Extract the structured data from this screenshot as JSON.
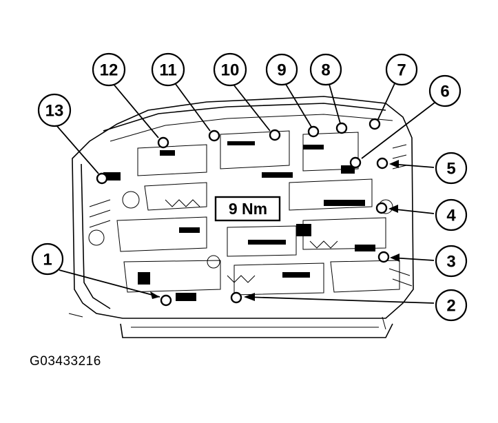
{
  "torque_label": "9 Nm",
  "figure_code": "G03433216",
  "callouts": [
    "1",
    "2",
    "3",
    "4",
    "5",
    "6",
    "7",
    "8",
    "9",
    "10",
    "11",
    "12",
    "13"
  ],
  "colors": {
    "ink": "#000000",
    "paper": "#ffffff"
  }
}
